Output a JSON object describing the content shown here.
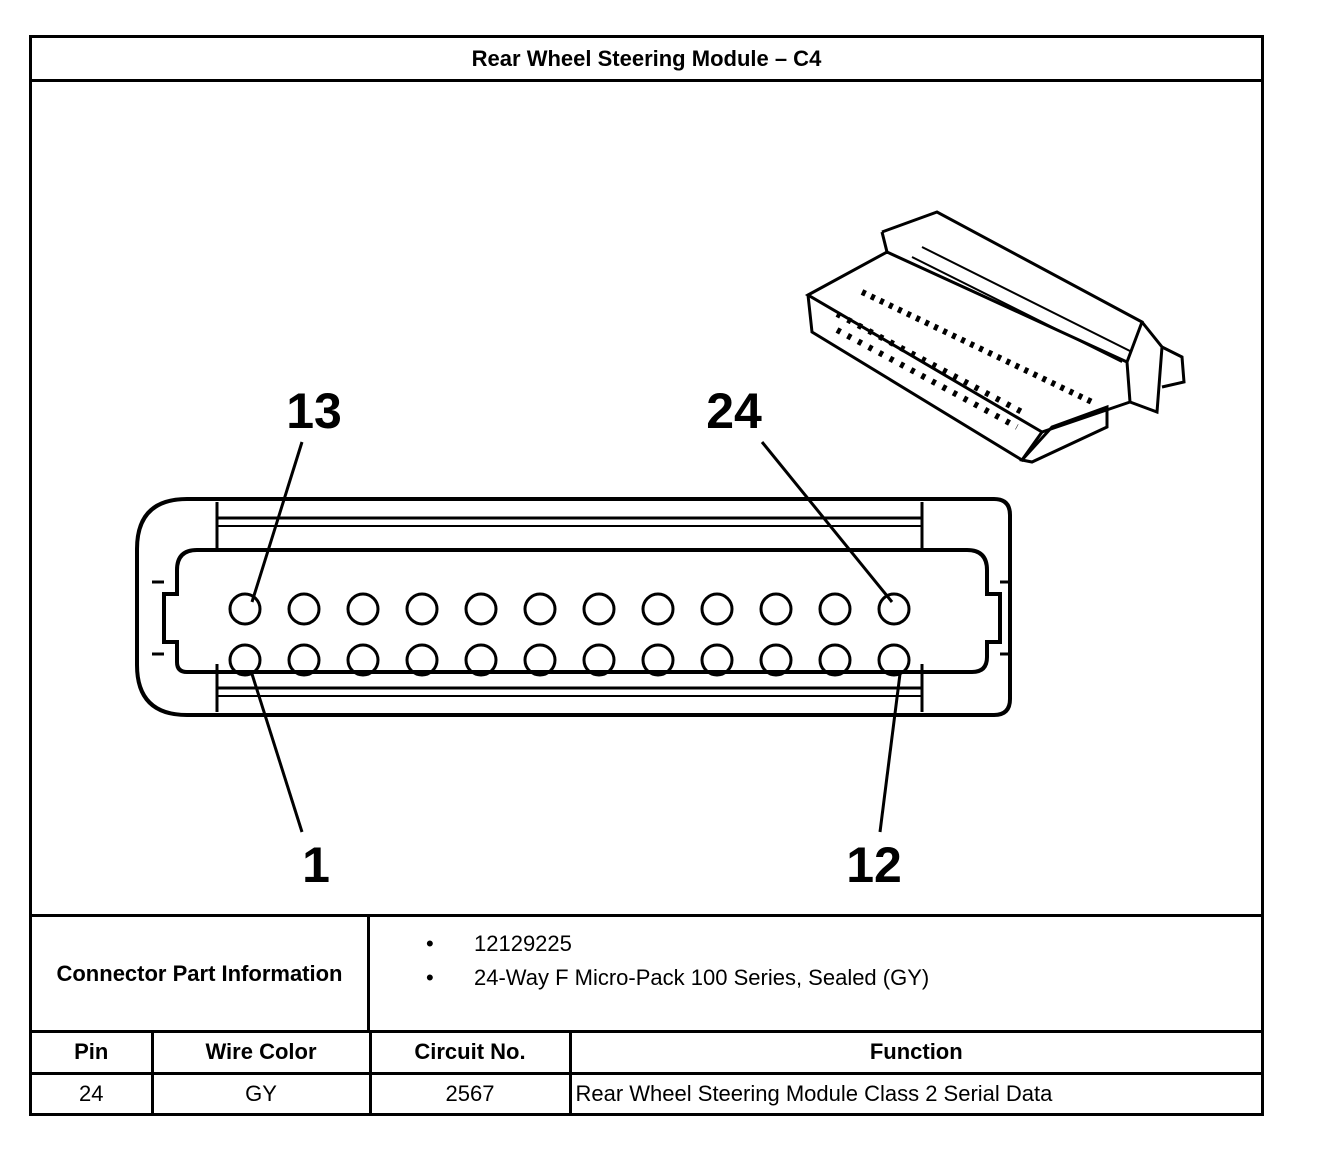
{
  "title": "Rear Wheel Steering Module – C4",
  "diagram": {
    "pin_callouts": [
      "13",
      "24",
      "1",
      "12"
    ],
    "pins_per_row": 12,
    "rows": 2
  },
  "connector_info": {
    "label": "Connector Part Information",
    "items": [
      "12129225",
      "24-Way F Micro-Pack 100 Series, Sealed (GY)"
    ]
  },
  "pin_table": {
    "headers": [
      "Pin",
      "Wire Color",
      "Circuit No.",
      "Function"
    ],
    "rows": [
      [
        "24",
        "GY",
        "2567",
        "Rear Wheel Steering Module Class 2 Serial Data"
      ]
    ]
  }
}
